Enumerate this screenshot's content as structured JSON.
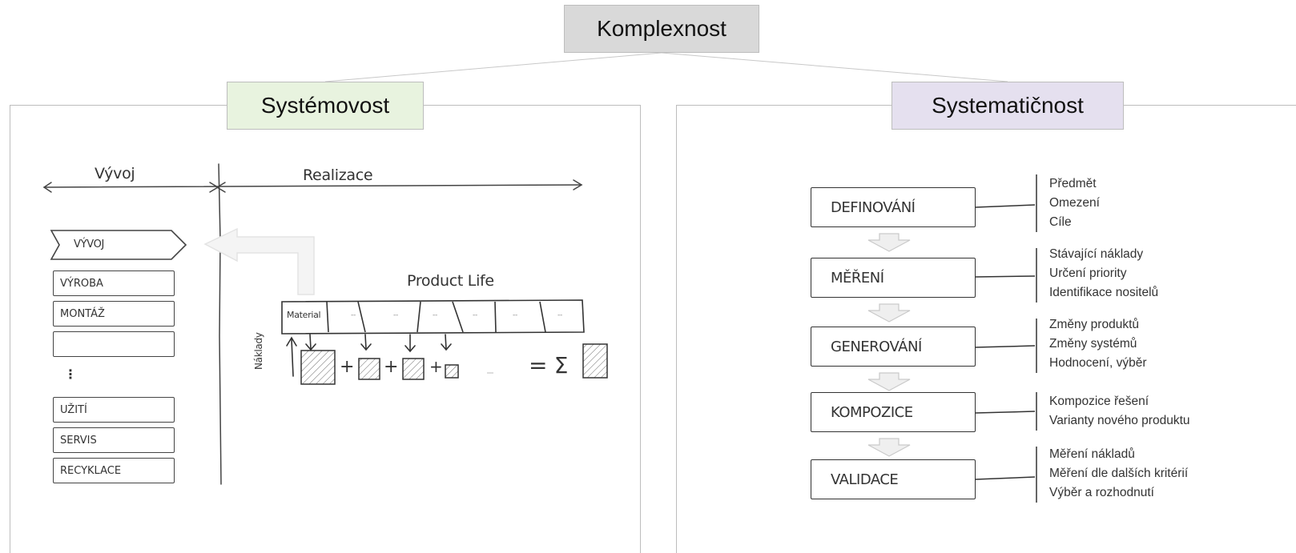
{
  "title": "Komplexnost",
  "left": {
    "title": "Systémovost",
    "timeline": {
      "phase1": "Vývoj",
      "phase2": "Realizace"
    },
    "arrow_box": "VÝVOJ",
    "lifecycle": [
      "VÝROBA",
      "MONTÁŽ",
      "",
      "⋮",
      "UŽITÍ",
      "SERVIS",
      "RECYKLACE"
    ],
    "product_life_label": "Product Life",
    "segments": [
      "Material",
      "--",
      "--",
      "--",
      "--",
      "--",
      "--"
    ],
    "cost_label": "Náklady",
    "formula": {
      "plus": "+",
      "equals": "= Σ"
    }
  },
  "right": {
    "title": "Systematičnost",
    "stages": [
      {
        "name": "DEFINOVÁNÍ",
        "items": [
          "Předmět",
          "Omezení",
          "Cíle"
        ]
      },
      {
        "name": "MĚŘENÍ",
        "items": [
          "Stávající náklady",
          "Určení priority",
          "Identifikace nositelů"
        ]
      },
      {
        "name": "GENEROVÁNÍ",
        "items": [
          "Změny produktů",
          "Změny systémů",
          "Hodnocení, výběr"
        ]
      },
      {
        "name": "KOMPOZICE",
        "items": [
          "Kompozice řešení",
          "Varianty nového produktu"
        ]
      },
      {
        "name": "VALIDACE",
        "items": [
          "Měření nákladů",
          "Měření dle dalších kritérií",
          "Výběr a rozhodnutí"
        ]
      }
    ]
  }
}
